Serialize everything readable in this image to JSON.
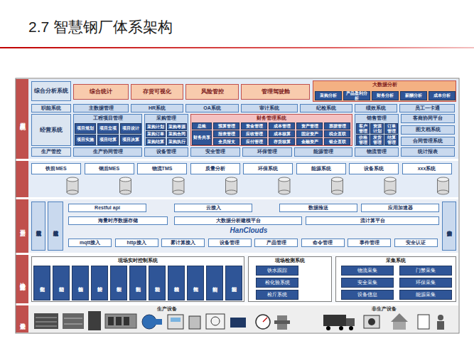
{
  "diagram": {
    "title": "2.7 智慧钢厂体系架构",
    "nodes": [
      {
        "text": [
          "应用系统"
        ]
      },
      {
        "text": [
          "综合分析系统"
        ],
        "in": 0
      },
      {
        "text": [
          "综合统计"
        ],
        "in": 0
      },
      {
        "text": [
          "存货可视化"
        ],
        "in": 0
      },
      {
        "text": [
          "风险管控"
        ],
        "in": 0
      },
      {
        "text": [
          "管理驾驶舱"
        ],
        "in": 0
      },
      {
        "text": [
          "大数据分析"
        ],
        "in": 0
      },
      {
        "text": [
          "采购分析"
        ],
        "in": 6
      },
      {
        "text": [
          "产品盈利分析"
        ],
        "in": 6
      },
      {
        "text": [
          "财务分析"
        ],
        "in": 6
      },
      {
        "text": [
          "薪酬分析"
        ],
        "in": 6
      },
      {
        "text": [
          "成本分析"
        ],
        "in": 6
      },
      {
        "text": [
          "职能系统"
        ],
        "in": 0
      },
      {
        "text": [
          "主数据管理"
        ],
        "in": 0
      },
      {
        "text": [
          "HR系统"
        ],
        "in": 0
      },
      {
        "text": [
          "OA系统"
        ],
        "in": 0
      },
      {
        "text": [
          "审计系统"
        ],
        "in": 0
      },
      {
        "text": [
          "纪检系统"
        ],
        "in": 0
      },
      {
        "text": [
          "绩效系统"
        ],
        "in": 0
      },
      {
        "text": [
          "员工一卡通"
        ],
        "in": 0
      },
      {
        "text": [
          "经营系统"
        ],
        "in": 0
      },
      {
        "text": [
          "工程项目管理"
        ],
        "in": 0
      },
      {
        "text": [
          "项目规划"
        ],
        "in": 21
      },
      {
        "text": [
          "项目立项"
        ],
        "in": 21
      },
      {
        "text": [
          "项目设计"
        ],
        "in": 21
      },
      {
        "text": [
          "项目实施"
        ],
        "in": 21
      },
      {
        "text": [
          "项目结算"
        ],
        "in": 21
      },
      {
        "text": [
          "项目决算"
        ],
        "in": 21
      },
      {
        "text": [
          "采购管理"
        ],
        "in": 0
      },
      {
        "text": [
          "采购计划"
        ],
        "in": 28
      },
      {
        "text": [
          "采购寻源"
        ],
        "in": 28
      },
      {
        "text": [
          "采购订单"
        ],
        "in": 28
      },
      {
        "text": [
          "采购合同"
        ],
        "in": 28
      },
      {
        "text": [
          "采购结算"
        ],
        "in": 28
      },
      {
        "text": [
          "采购执行"
        ],
        "in": 28
      },
      {
        "text": [
          "财务管理系统"
        ],
        "in": 0
      },
      {
        "text": [
          "总账"
        ],
        "in": 35
      },
      {
        "text": [
          "财务共享"
        ],
        "in": 35
      },
      {
        "text": [
          "预算管理"
        ],
        "in": 35
      },
      {
        "text": [
          "资金管理"
        ],
        "in": 35
      },
      {
        "text": [
          "成本管理"
        ],
        "in": 35
      },
      {
        "text": [
          "资产管理"
        ],
        "in": 35
      },
      {
        "text": [
          "票据管理"
        ],
        "in": 35
      },
      {
        "text": [
          "报表管理"
        ],
        "in": 35
      },
      {
        "text": [
          "应收管理"
        ],
        "in": 35
      },
      {
        "text": [
          "成本核算"
        ],
        "in": 35
      },
      {
        "text": [
          "固定资产"
        ],
        "in": 35
      },
      {
        "text": [
          "税企直联"
        ],
        "in": 35
      },
      {
        "text": [
          "全员报支"
        ],
        "in": 35
      },
      {
        "text": [
          "应付管理"
        ],
        "in": 35
      },
      {
        "text": [
          "存货核算"
        ],
        "in": 35
      },
      {
        "text": [
          "金融资产"
        ],
        "in": 35
      },
      {
        "text": [
          "银企直联"
        ],
        "in": 35
      },
      {
        "text": [
          "销售管理"
        ],
        "in": 0
      },
      {
        "text": [
          "客户管理"
        ],
        "in": 53
      },
      {
        "text": [
          "资源计划"
        ],
        "in": 53
      },
      {
        "text": [
          "订单管理"
        ],
        "in": 53
      },
      {
        "text": [
          "价格管理"
        ],
        "in": 53
      },
      {
        "text": [
          "发货管理"
        ],
        "in": 53
      },
      {
        "text": [
          "结算管理"
        ],
        "in": 53
      },
      {
        "text": [
          "客商协同平台"
        ],
        "in": 0
      },
      {
        "text": [
          "图文档系统"
        ],
        "in": 0
      },
      {
        "text": [
          "合同管理系统"
        ],
        "in": 0
      },
      {
        "text": [
          "生产管控"
        ],
        "in": 0
      },
      {
        "text": [
          "生产协同管理"
        ],
        "in": 0
      },
      {
        "text": [
          "设备管理"
        ],
        "in": 0
      },
      {
        "text": [
          "安全管理"
        ],
        "in": 0
      },
      {
        "text": [
          "环保管理"
        ],
        "in": 0
      },
      {
        "text": [
          "能源管理"
        ],
        "in": 0
      },
      {
        "text": [
          "物流管理"
        ],
        "in": 0
      },
      {
        "text": [
          "统计报表"
        ],
        "in": 0
      },
      {
        "text": [
          "铁前MES"
        ]
      },
      {
        "text": [
          "钢后MES"
        ]
      },
      {
        "text": [
          "物流TMS"
        ]
      },
      {
        "text": [
          "质量分析"
        ]
      },
      {
        "text": [
          "环保系统"
        ]
      },
      {
        "text": [
          "能源系统"
        ]
      },
      {
        "text": [
          "设备系统"
        ]
      },
      {
        "text": [
          "xxx系统"
        ]
      },
      {
        "text": [
          "平台层"
        ]
      },
      {
        "text": [
          "运营监控系统"
        ],
        "in": 79
      },
      {
        "text": [
          "运维监控系统"
        ],
        "in": 79
      },
      {
        "text": [
          "Restful api"
        ],
        "in": 79
      },
      {
        "text": [
          "云接入"
        ],
        "in": 79
      },
      {
        "text": [
          "数据推送"
        ],
        "in": 79
      },
      {
        "text": [
          "应用加速器"
        ],
        "in": 79
      },
      {
        "text": [
          "海量时序数据存储"
        ],
        "in": 79
      },
      {
        "text": [
          "大数据分析建模平台"
        ],
        "in": 79
      },
      {
        "text": [
          "流计算平台"
        ],
        "in": 79
      },
      {
        "text": [
          "mqtt接入"
        ],
        "in": 79
      },
      {
        "text": [
          "http接入"
        ],
        "in": 79
      },
      {
        "text": [
          "雾计算接入"
        ],
        "in": 79
      },
      {
        "text": [
          "设备管理"
        ],
        "in": 79
      },
      {
        "text": [
          "产品管理"
        ],
        "in": 79
      },
      {
        "text": [
          "命令管理"
        ],
        "in": 79
      },
      {
        "text": [
          "事件管理"
        ],
        "in": 79
      },
      {
        "text": [
          "安全认证"
        ],
        "in": 79
      },
      {
        "text": [
          "安全防护体系"
        ],
        "in": 79
      },
      {
        "text": [
          "边缘计算层"
        ]
      },
      {
        "text": [
          "现场实时控制系统"
        ],
        "in": 98
      },
      {
        "text": [
          "焦化控制"
        ],
        "in": 99
      },
      {
        "text": [
          "烧结控制"
        ],
        "in": 99
      },
      {
        "text": [
          "炼铁控制"
        ],
        "in": 99
      },
      {
        "text": [
          "转炉控制"
        ],
        "in": 99
      },
      {
        "text": [
          "中板控制"
        ],
        "in": 99
      },
      {
        "text": [
          "热轧控制"
        ],
        "in": 99
      },
      {
        "text": [
          "冷轧控制"
        ],
        "in": 99
      },
      {
        "text": [
          "棒线控制"
        ],
        "in": 99
      },
      {
        "text": [
          "气体控制"
        ],
        "in": 99
      },
      {
        "text": [
          "熔剂控制"
        ],
        "in": 99
      },
      {
        "text": [
          "能源控制"
        ],
        "in": 99
      },
      {
        "text": [
          "现场检测系统"
        ],
        "in": 98
      },
      {
        "text": [
          "铁水跟踪"
        ],
        "in": 111
      },
      {
        "text": [
          "检化验系统"
        ],
        "in": 111
      },
      {
        "text": [
          "检斤系统"
        ],
        "in": 111
      },
      {
        "text": [
          "采集系统"
        ],
        "in": 98
      },
      {
        "text": [
          "物流采集"
        ],
        "in": 115
      },
      {
        "text": [
          "门禁采集"
        ],
        "in": 115
      },
      {
        "text": [
          "安全采集"
        ],
        "in": 115
      },
      {
        "text": [
          "环保采集"
        ],
        "in": 115
      },
      {
        "text": [
          "设备信息"
        ],
        "in": 115
      },
      {
        "text": [
          "能源采集"
        ],
        "in": 115
      },
      {
        "text": [
          "设备层"
        ]
      }
    ],
    "labels": [
      "HanClouds",
      "生产设备",
      "非生产设备"
    ]
  }
}
